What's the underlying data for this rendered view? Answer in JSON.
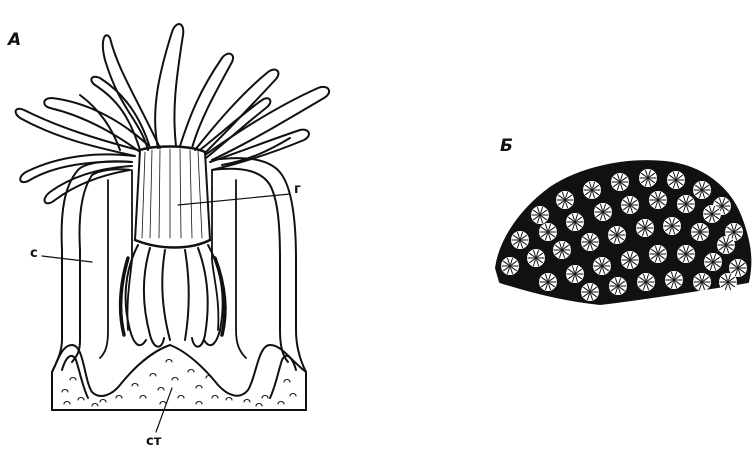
{
  "panels": {
    "a": {
      "label": "А"
    },
    "b": {
      "label": "Б"
    }
  },
  "labels": {
    "pharynx": "г",
    "cavity": "с",
    "skeleton": "ст"
  },
  "colors": {
    "ink": "#111111",
    "paper": "#ffffff"
  }
}
